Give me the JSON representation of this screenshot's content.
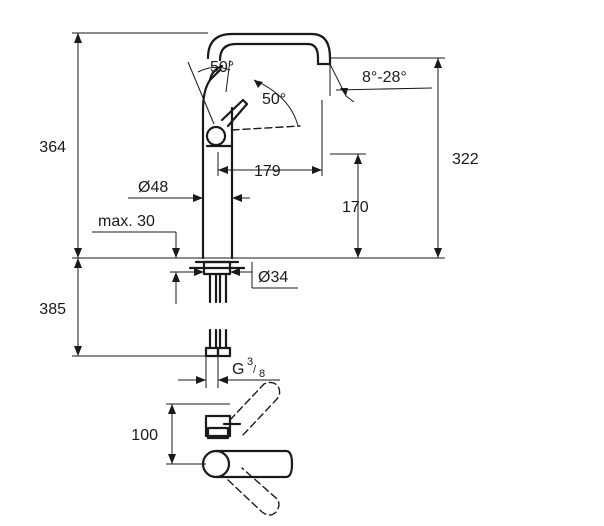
{
  "dimensions": {
    "total_height": "364",
    "spout_height": "322",
    "reach": "179",
    "outlet_clearance": "170",
    "body_diameter": "Ø48",
    "max_deck_thickness": "max. 30",
    "hole_diameter": "Ø34",
    "connection_length": "385",
    "thread_base": "G",
    "thread_numerator": "3",
    "thread_denominator": "8",
    "handle_depth": "100",
    "lever_angle_front": "50°",
    "lever_angle_back": "50°",
    "spout_angle": "8°-28°"
  },
  "colors": {
    "line": "#1a1a1a",
    "background": "#ffffff"
  }
}
